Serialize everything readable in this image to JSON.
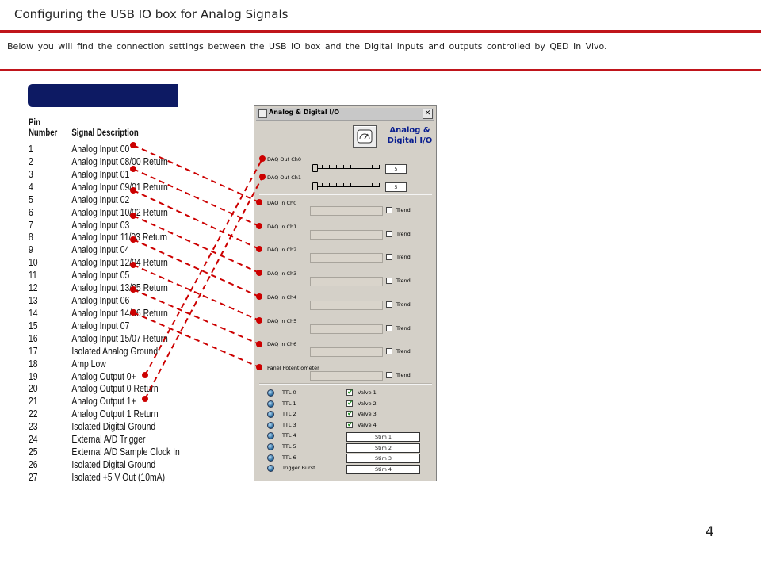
{
  "slide": {
    "title": "Configuring the USB IO box for Analog Signals",
    "subtitle": "Below you will find the connection settings between the USB IO box and the Digital inputs and outputs controlled by QED In Vivo.",
    "page_number": "4"
  },
  "pin_table": {
    "header_number": "Pin\nNumber",
    "header_number_line1": "Pin",
    "header_number_line2": "Number",
    "header_signal": "Signal Description",
    "rows": [
      {
        "num": "1",
        "sig": "Analog Input 00"
      },
      {
        "num": "2",
        "sig": "Analog Input 08/00 Return"
      },
      {
        "num": "3",
        "sig": "Analog Input 01"
      },
      {
        "num": "4",
        "sig": "Analog Input 09/01 Return"
      },
      {
        "num": "5",
        "sig": "Analog Input 02"
      },
      {
        "num": "6",
        "sig": "Analog Input 10/02 Return"
      },
      {
        "num": "7",
        "sig": "Analog Input 03"
      },
      {
        "num": "8",
        "sig": "Analog Input 11/03 Return"
      },
      {
        "num": "9",
        "sig": "Analog Input 04"
      },
      {
        "num": "10",
        "sig": "Analog Input 12/04 Return"
      },
      {
        "num": "11",
        "sig": "Analog Input 05"
      },
      {
        "num": "12",
        "sig": "Analog Input 13/05 Return"
      },
      {
        "num": "13",
        "sig": "Analog Input 06"
      },
      {
        "num": "14",
        "sig": "Analog Input 14/06 Return"
      },
      {
        "num": "15",
        "sig": "Analog Input 07"
      },
      {
        "num": "16",
        "sig": "Analog Input 15/07 Return"
      },
      {
        "num": "17",
        "sig": "Isolated Analog Ground"
      },
      {
        "num": "18",
        "sig": "Amp Low"
      },
      {
        "num": "19",
        "sig": "Analog Output 0+"
      },
      {
        "num": "20",
        "sig": "Analog Output 0 Return"
      },
      {
        "num": "21",
        "sig": "Analog Output 1+"
      },
      {
        "num": "22",
        "sig": "Analog Output 1 Return"
      },
      {
        "num": "23",
        "sig": "Isolated Digital Ground"
      },
      {
        "num": "24",
        "sig": "External A/D Trigger"
      },
      {
        "num": "25",
        "sig": "External A/D Sample Clock In"
      },
      {
        "num": "26",
        "sig": "Isolated Digital Ground"
      },
      {
        "num": "27",
        "sig": "Isolated +5 V Out (10mA)"
      }
    ]
  },
  "window": {
    "title": "Analog & Digital I/O",
    "app_title_line1": "Analog &",
    "app_title_line2": "Digital I/O",
    "close_glyph": "✕",
    "outputs": [
      {
        "label": "DAQ Out Ch0",
        "value": "5"
      },
      {
        "label": "DAQ Out Ch1",
        "value": "5"
      }
    ],
    "inputs": [
      {
        "label": "DAQ In Ch0",
        "trend": "Trend"
      },
      {
        "label": "DAQ In Ch1",
        "trend": "Trend"
      },
      {
        "label": "DAQ In Ch2",
        "trend": "Trend"
      },
      {
        "label": "DAQ In Ch3",
        "trend": "Trend"
      },
      {
        "label": "DAQ In Ch4",
        "trend": "Trend"
      },
      {
        "label": "DAQ In Ch5",
        "trend": "Trend"
      },
      {
        "label": "DAQ In Ch6",
        "trend": "Trend"
      },
      {
        "label": "Panel Potentiometer",
        "trend": "Trend"
      }
    ],
    "ttl": [
      "TTL 0",
      "TTL 1",
      "TTL 2",
      "TTL 3",
      "TTL 4",
      "TTL 5",
      "TTL 6",
      "Trigger Burst"
    ],
    "valves": [
      {
        "label": "Valve 1",
        "checked": true
      },
      {
        "label": "Valve 2",
        "checked": true
      },
      {
        "label": "Valve 3",
        "checked": true
      },
      {
        "label": "Valve 4",
        "checked": true
      }
    ],
    "stims": [
      "Stim 1",
      "Stim 2",
      "Stim 3",
      "Stim 4"
    ]
  },
  "colors": {
    "accent_red": "#c0151b",
    "connector_red": "#cc0000",
    "header_navy": "#0d1a63",
    "app_title_blue": "#0a1f8f",
    "checkbox_green": "#1a8a1a"
  },
  "icons": {
    "gauge": "gauge-icon",
    "app": "window-app-icon",
    "close": "close-icon",
    "led": "led-indicator-icon",
    "check": "checkmark-icon"
  }
}
